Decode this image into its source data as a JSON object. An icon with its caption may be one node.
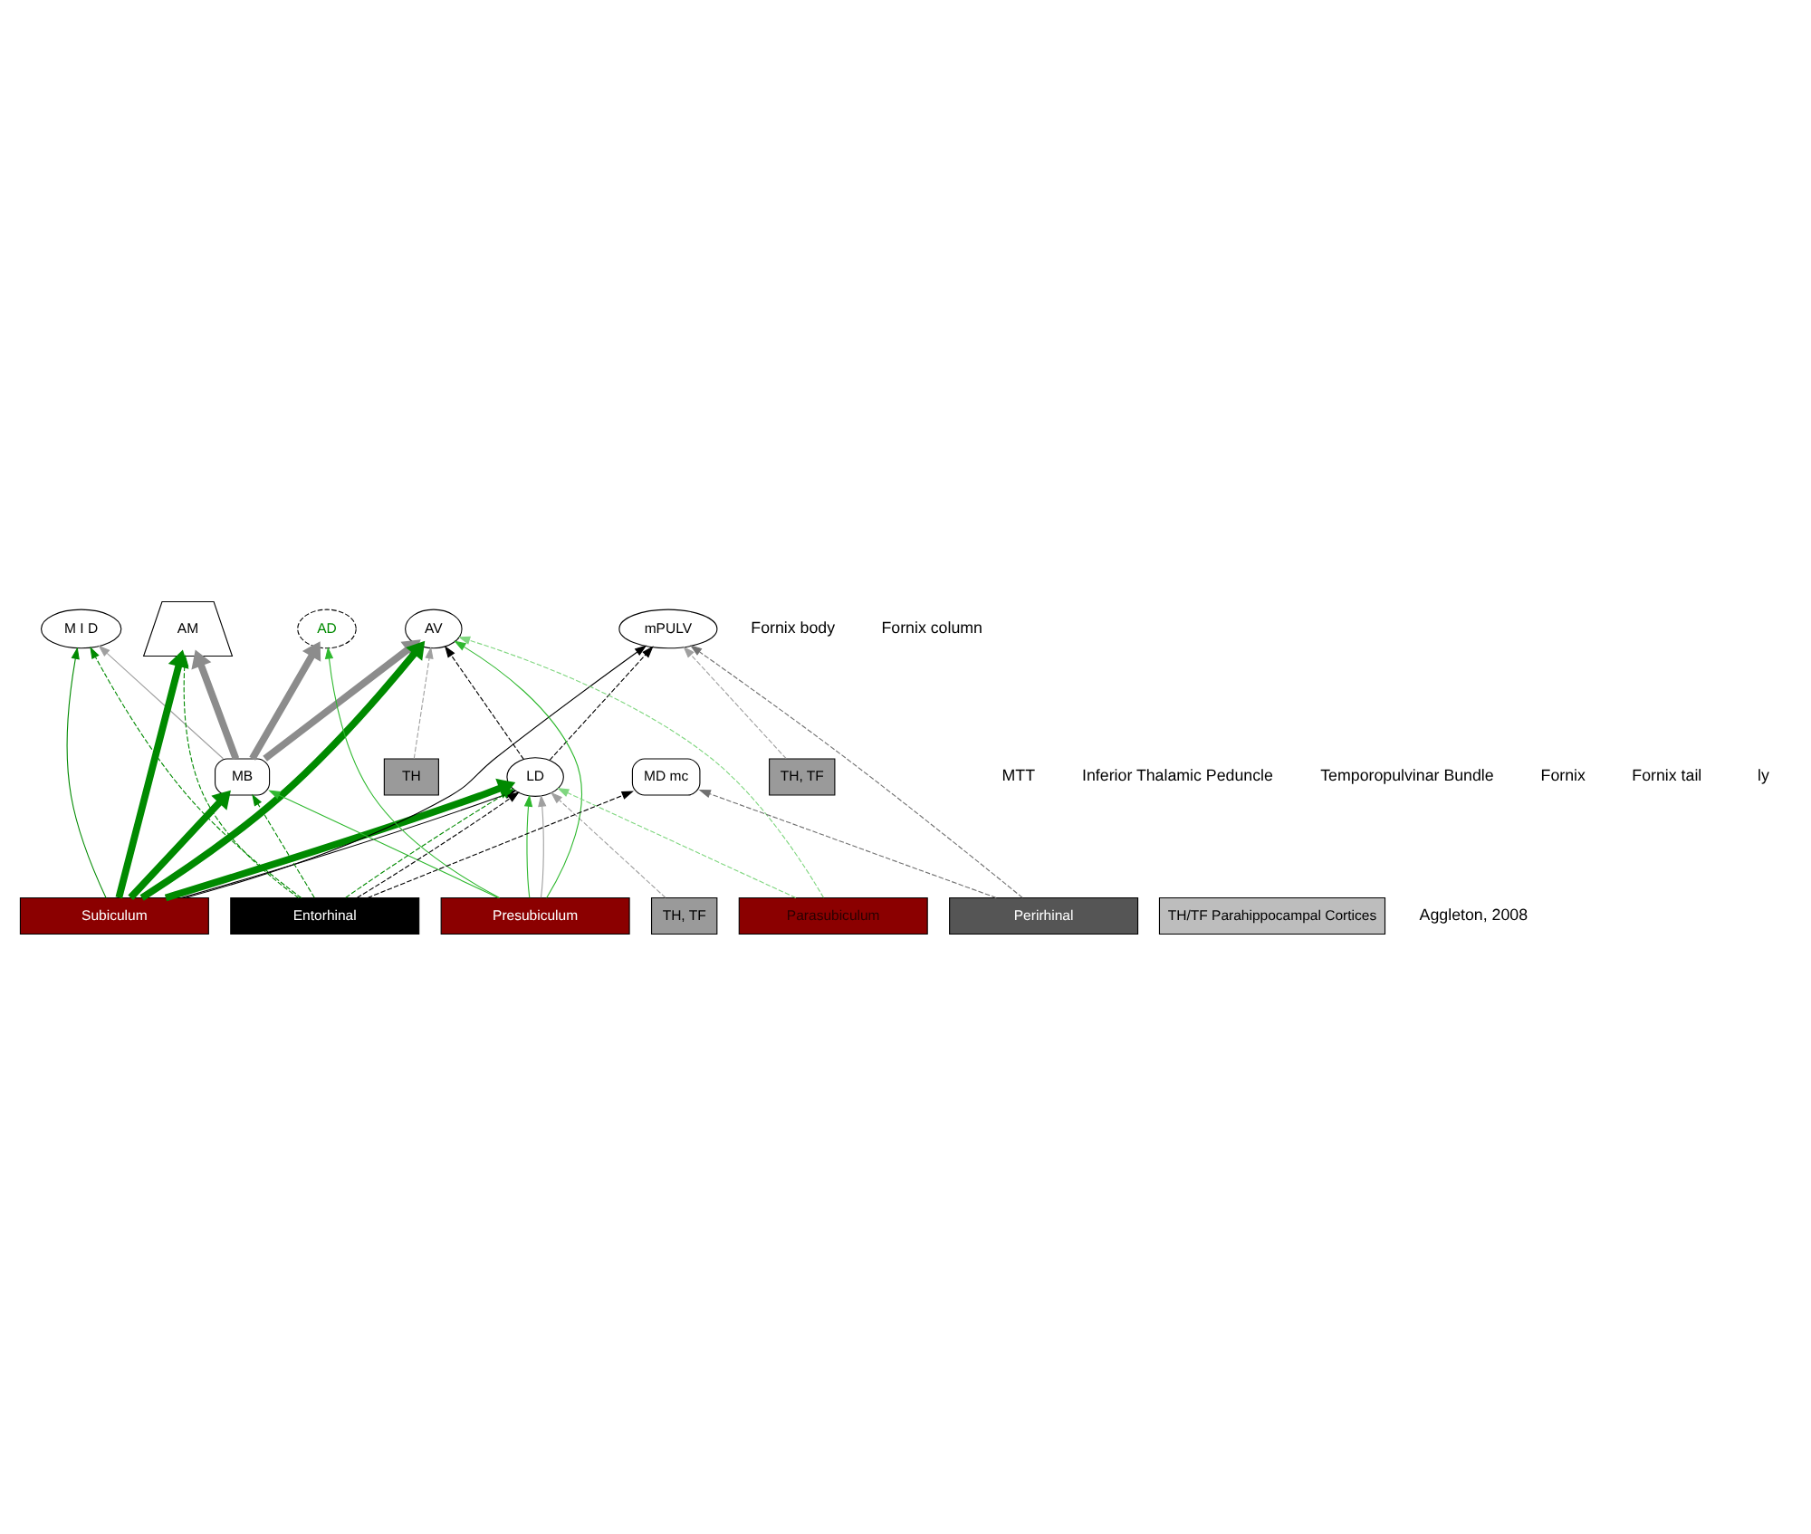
{
  "diagram": {
    "nodes": [
      {
        "text": [
          "MB"
        ]
      },
      {
        "text": [
          "M I D"
        ]
      },
      {
        "text": [
          "AM"
        ]
      },
      {
        "text": [
          "AD"
        ]
      },
      {
        "text": [
          "AV"
        ]
      },
      {
        "text": [
          "TH"
        ]
      },
      {
        "text": [
          "LD"
        ]
      },
      {
        "text": [
          "TH, TF"
        ]
      },
      {
        "text": [
          "MD mc"
        ]
      },
      {
        "text": [
          "mPULV"
        ]
      },
      {
        "text": [
          "TH, TF"
        ]
      },
      {
        "text": [
          "Subiculum"
        ]
      },
      {
        "text": [
          "Presubiculum"
        ]
      },
      {
        "text": [
          "Parasubiculum"
        ]
      },
      {
        "text": [
          "Entorhinal"
        ]
      },
      {
        "text": [
          "Perirhinal"
        ]
      },
      {
        "text": [
          "TH/TF Parahippocampal Cortices"
        ]
      }
    ],
    "edges": [
      {
        "from": 11,
        "to": 0,
        "arrow": "to",
        "style": "thick",
        "color": "#008a00"
      },
      {
        "from": 11,
        "to": 2,
        "arrow": "to",
        "style": "thick",
        "color": "#008a00"
      },
      {
        "from": 11,
        "to": 4,
        "arrow": "to",
        "style": "thick",
        "color": "#008a00"
      },
      {
        "from": 11,
        "to": 6,
        "arrow": "to",
        "style": "thick",
        "color": "#008a00"
      },
      {
        "from": 11,
        "to": 1,
        "arrow": "to",
        "color": "#008a00"
      },
      {
        "from": 12,
        "to": 0,
        "arrow": "to",
        "color": "#2eb82e"
      },
      {
        "from": 12,
        "to": 3,
        "arrow": "to",
        "color": "#2eb82e"
      },
      {
        "from": 12,
        "to": 4,
        "arrow": "to",
        "color": "#2eb82e"
      },
      {
        "from": 12,
        "to": 6,
        "arrow": "to",
        "color": "#2eb82e"
      },
      {
        "from": 13,
        "to": 4,
        "arrow": "to",
        "style": "dashed",
        "color": "#7fd67f"
      },
      {
        "from": 13,
        "to": 6,
        "arrow": "to",
        "style": "dashed",
        "color": "#7fd67f"
      },
      {
        "from": 14,
        "to": 0,
        "arrow": "to",
        "style": "dashed",
        "color": "#008a00"
      },
      {
        "from": 14,
        "to": 1,
        "arrow": "to",
        "style": "dashed",
        "color": "#008a00"
      },
      {
        "from": 14,
        "to": 2,
        "arrow": "to",
        "style": "dashed",
        "color": "#008a00"
      },
      {
        "from": 14,
        "to": 6,
        "arrow": "to",
        "style": "dashed",
        "color": "#008a00"
      },
      {
        "from": 0,
        "to": 2,
        "arrow": "to",
        "style": "thick",
        "color": "#8c8c8c"
      },
      {
        "from": 0,
        "to": 3,
        "arrow": "to",
        "style": "thick",
        "color": "#8c8c8c"
      },
      {
        "from": 0,
        "to": 4,
        "arrow": "to",
        "style": "thick",
        "color": "#8c8c8c"
      },
      {
        "from": 0,
        "to": 1,
        "arrow": "to",
        "color": "#a0a0a0"
      },
      {
        "from": 5,
        "to": 4,
        "arrow": "to",
        "style": "dashed",
        "color": "#a0a0a0"
      },
      {
        "from": 7,
        "to": 6,
        "arrow": "to",
        "style": "dashed",
        "color": "#a0a0a0"
      },
      {
        "from": 10,
        "to": 9,
        "arrow": "to",
        "style": "dashed",
        "color": "#a0a0a0"
      },
      {
        "from": 6,
        "to": 4,
        "arrow": "to",
        "style": "dashed",
        "color": "#000000"
      },
      {
        "from": 6,
        "to": 9,
        "arrow": "to",
        "style": "dashed",
        "color": "#000000"
      },
      {
        "from": 11,
        "to": 6,
        "arrow": "to",
        "color": "#000000"
      },
      {
        "from": 11,
        "to": 9,
        "arrow": "to",
        "color": "#000000"
      },
      {
        "from": 12,
        "to": 6,
        "arrow": "to",
        "color": "#a0a0a0"
      },
      {
        "from": 14,
        "to": 6,
        "arrow": "to",
        "style": "dashed",
        "color": "#000000"
      },
      {
        "from": 14,
        "to": 8,
        "arrow": "to",
        "style": "dashed",
        "color": "#000000"
      },
      {
        "from": 15,
        "to": 8,
        "arrow": "to",
        "style": "dashed",
        "color": "#707070"
      },
      {
        "from": 15,
        "to": 9,
        "arrow": "to",
        "style": "dashed",
        "color": "#707070"
      }
    ],
    "labels": [
      "Fornix body",
      "Fornix column",
      "MTT",
      "Inferior Thalamic Peduncle",
      "Temporopulvinar Bundle",
      "Fornix",
      "Fornix tail",
      "ly",
      "Aggleton, 2008"
    ]
  }
}
